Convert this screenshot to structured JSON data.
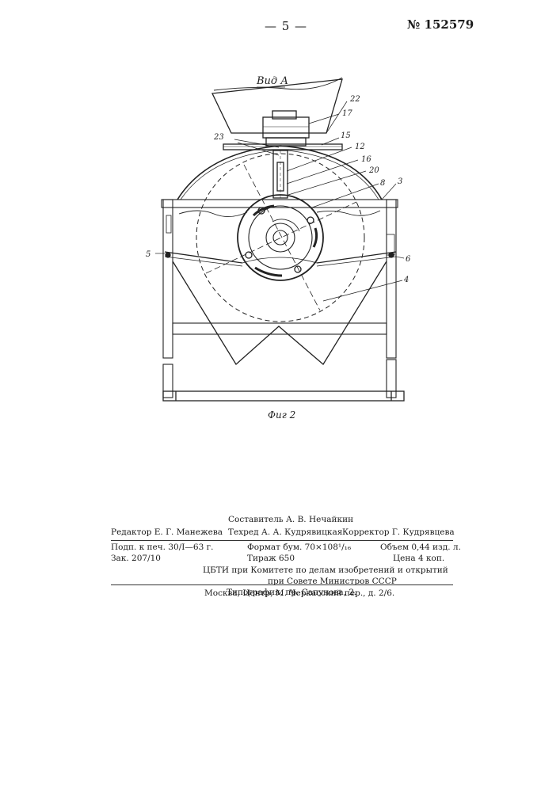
{
  "header": {
    "page_number": "— 5 —",
    "patent_number": "№ 152579"
  },
  "figure": {
    "view_label": "Вид А",
    "caption": "Фиг 2",
    "callouts": [
      "22",
      "17",
      "15",
      "23",
      "12",
      "16",
      "20",
      "8",
      "3",
      "5",
      "6",
      "4"
    ]
  },
  "imprint": {
    "compiler": "Составитель А. В. Нечайкин",
    "editor": "Редактор Е. Г. Манежева",
    "techred": "Техред А. А. Кудрявицкая",
    "corrector": "Корректор Г. Кудрявцева",
    "signed": "Подп. к печ. 30/I—63 г.",
    "format": "Формат бум. 70×108¹/₁₆",
    "volume": "Объем 0,44 изд. л.",
    "order": "Зак. 207/10",
    "circulation": "Тираж 650",
    "price": "Цена 4 коп.",
    "org_line1": "ЦБТИ при Комитете по делам изобретений и открытий",
    "org_line2": "при Совете Министров СССР",
    "address": "Москва, Центр, М. Черкасский пер., д. 2/6.",
    "printer": "Типография, пр. Сапунова, 2."
  }
}
